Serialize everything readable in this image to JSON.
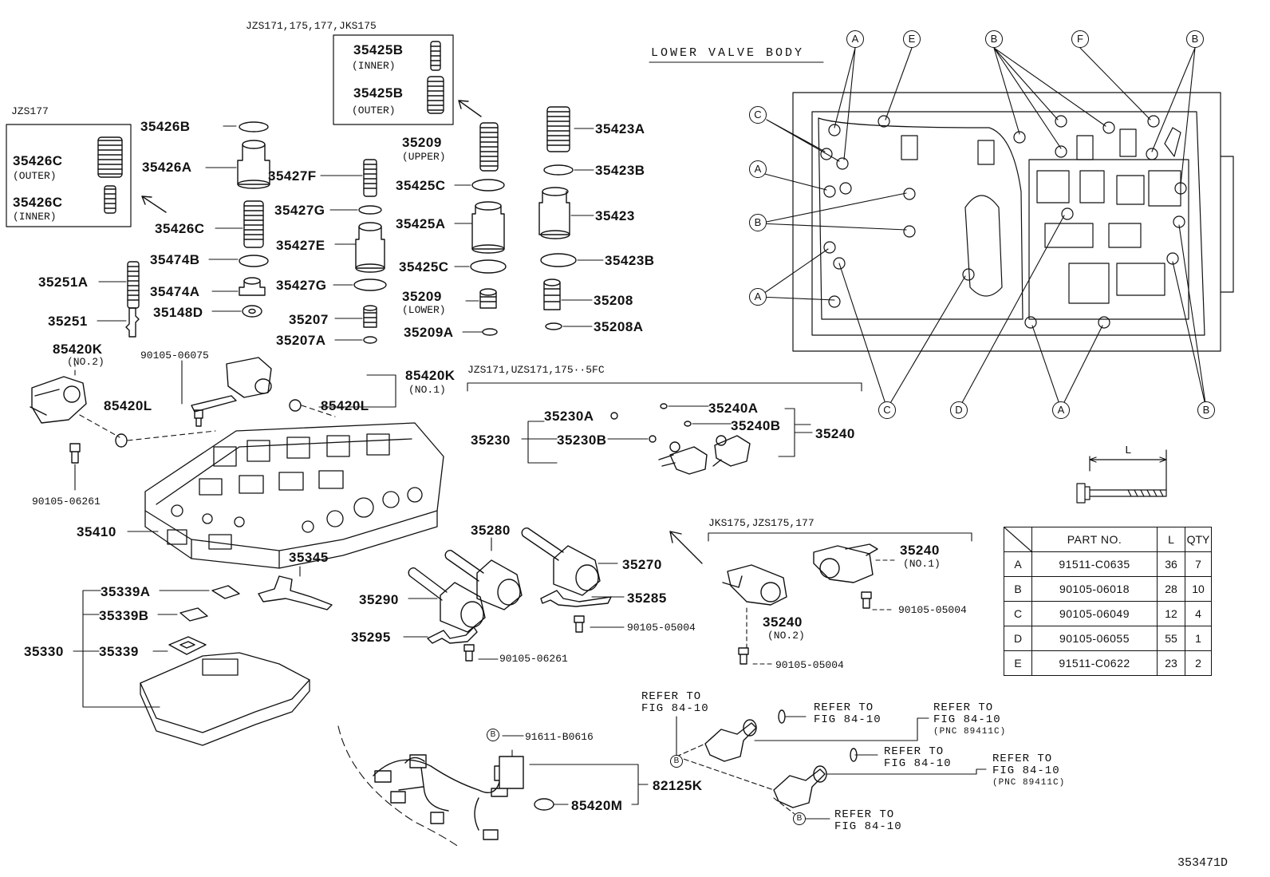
{
  "figure_id": "353471D",
  "lower_valve_body_title": "LOWER VALVE BODY",
  "groups": {
    "jzs177": "JZS177",
    "jzs_jks_top": "JZS171,175,177,JKS175",
    "jzs171_uzs": "JZS171,UZS171,175··5FC",
    "jks175_jzs": "JKS175,JZS175,177"
  },
  "parts": {
    "p35425B_inner": "35425B",
    "p35425B_inner_sub": "(INNER)",
    "p35425B_outer": "35425B",
    "p35425B_outer_sub": "(OUTER)",
    "p35426B": "35426B",
    "p35426A": "35426A",
    "p35426C_outer": "35426C",
    "p35426C_outer_sub": "(OUTER)",
    "p35426C_inner": "35426C",
    "p35426C_inner_sub": "(INNER)",
    "p35426C": "35426C",
    "p35427F": "35427F",
    "p35427G_1": "35427G",
    "p35427E": "35427E",
    "p35427G_2": "35427G",
    "p35474B": "35474B",
    "p35474A": "35474A",
    "p35148D": "35148D",
    "p35251A": "35251A",
    "p35251": "35251",
    "p35209_upper": "35209",
    "p35209_upper_sub": "(UPPER)",
    "p35425C_1": "35425C",
    "p35425A": "35425A",
    "p35425C_2": "35425C",
    "p35209_lower": "35209",
    "p35209_lower_sub": "(LOWER)",
    "p35207": "35207",
    "p35207A": "35207A",
    "p35209A": "35209A",
    "p35423A": "35423A",
    "p35423B_1": "35423B",
    "p35423": "35423",
    "p35423B_2": "35423B",
    "p35208": "35208",
    "p35208A": "35208A",
    "p85420K_no2": "85420K",
    "p85420K_no2_sub": "(NO.2)",
    "p90105_06075": "90105-06075",
    "p85420K_no1": "85420K",
    "p85420K_no1_sub": "(NO.1)",
    "p85420L_1": "85420L",
    "p85420L_2": "85420L",
    "p90105_06261_1": "90105-06261",
    "p35410": "35410",
    "p35345": "35345",
    "p35339A": "35339A",
    "p35339B": "35339B",
    "p35330": "35330",
    "p35339": "35339",
    "p35230A": "35230A",
    "p35230": "35230",
    "p35230B": "35230B",
    "p35240A": "35240A",
    "p35240B": "35240B",
    "p35240": "35240",
    "p35280": "35280",
    "p35270": "35270",
    "p35290": "35290",
    "p35285": "35285",
    "p35295": "35295",
    "p90105_05004_1": "90105-05004",
    "p90105_06261_2": "90105-06261",
    "p35240_no1": "35240",
    "p35240_no1_sub": "(NO.1)",
    "p90105_05004_2": "90105-05004",
    "p35240_no2": "35240",
    "p35240_no2_sub": "(NO.2)",
    "p90105_05004_3": "90105-05004",
    "p91611_B0616": "91611-B0616",
    "p82125K": "82125K",
    "p85420M": "85420M"
  },
  "refer": {
    "refer_to": "REFER TO",
    "fig": "FIG 84-10",
    "pnc": "(PNC 89411C)"
  },
  "bolt_callouts": {
    "a": "A",
    "b": "B",
    "c": "C",
    "d": "D",
    "e": "E",
    "f": "F"
  },
  "bolt_dimension_label": "L",
  "table": {
    "headers": [
      "",
      "PART NO.",
      "L",
      "QTY"
    ],
    "rows": [
      [
        "A",
        "91511-C0635",
        "36",
        "7"
      ],
      [
        "B",
        "90105-06018",
        "28",
        "10"
      ],
      [
        "C",
        "90105-06049",
        "12",
        "4"
      ],
      [
        "D",
        "90105-06055",
        "55",
        "1"
      ],
      [
        "E",
        "91511-C0622",
        "23",
        "2"
      ]
    ]
  }
}
